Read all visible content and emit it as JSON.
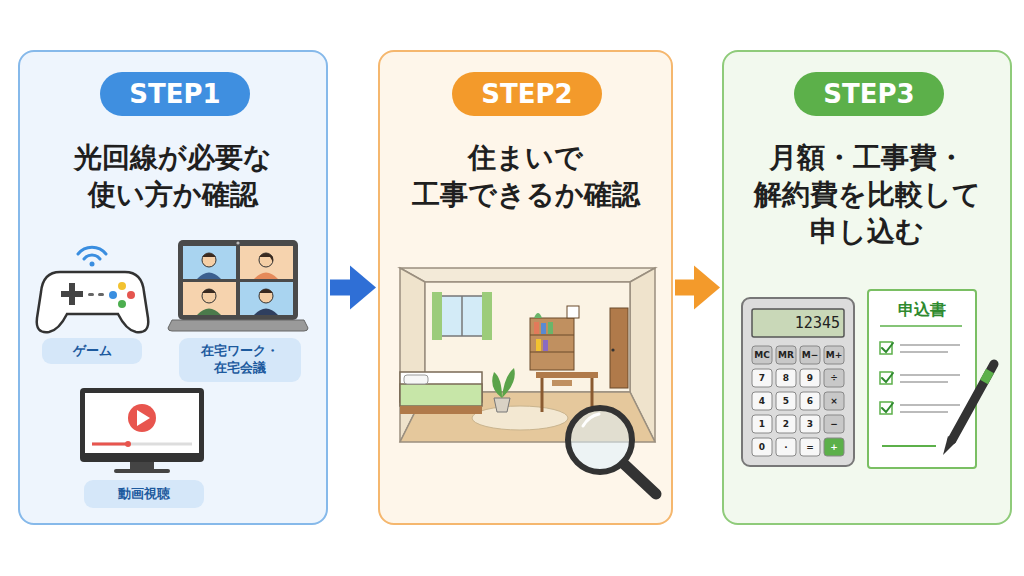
{
  "diagram": {
    "nodes": [
      {
        "text": [
          "光回線が必要な 使い方か確認"
        ]
      },
      {
        "text": [
          "STEP1"
        ],
        "in": 0
      },
      {
        "text": [
          "ゲーム"
        ],
        "in": 0
      },
      {
        "text": [
          "在宅ワーク・ 在宅会議"
        ],
        "in": 0
      },
      {
        "text": [
          "動画視聴"
        ],
        "in": 0
      },
      {
        "text": [
          "住まいで 工事できるか確認"
        ]
      },
      {
        "text": [
          "STEP2"
        ],
        "in": 5
      },
      {
        "text": [
          "月額・工事費・ 解約費を比較して 申し込む"
        ]
      },
      {
        "text": [
          "STEP3"
        ],
        "in": 7
      }
    ],
    "edges": [
      {
        "from": 0,
        "to": 5,
        "arrow": "to"
      },
      {
        "from": 5,
        "to": 7,
        "arrow": "to"
      }
    ],
    "labels": [
      "12345",
      "MC",
      "MR",
      "M−",
      "M+",
      "7",
      "8",
      "9",
      "÷",
      "4",
      "5",
      "6",
      "×",
      "1",
      "2",
      "3",
      "−",
      "0",
      "·",
      "=",
      "+",
      "申込書"
    ]
  }
}
